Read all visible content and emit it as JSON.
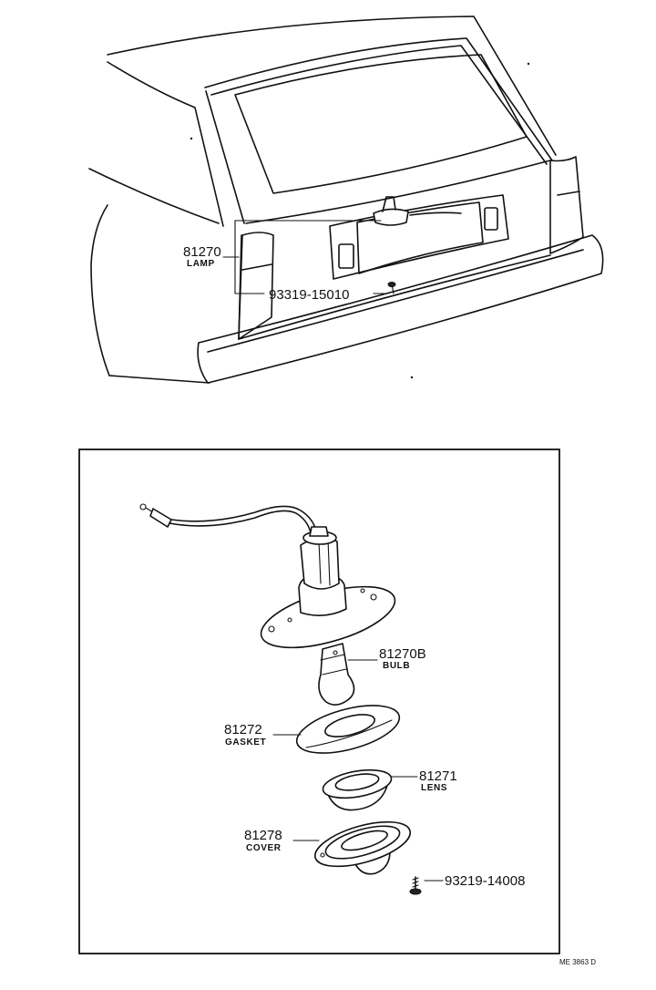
{
  "callouts": {
    "lamp": {
      "part_no": "81270",
      "name": "LAMP"
    },
    "screw_top": {
      "part_no": "93319-15010"
    },
    "bulb": {
      "part_no": "81270B",
      "name": "BULB"
    },
    "gasket": {
      "part_no": "81272",
      "name": "GASKET"
    },
    "lens": {
      "part_no": "81271",
      "name": "LENS"
    },
    "cover": {
      "part_no": "81278",
      "name": "COVER"
    },
    "screw_bottom": {
      "part_no": "93219-14008"
    }
  },
  "drawing_code": "ME 3863 D"
}
